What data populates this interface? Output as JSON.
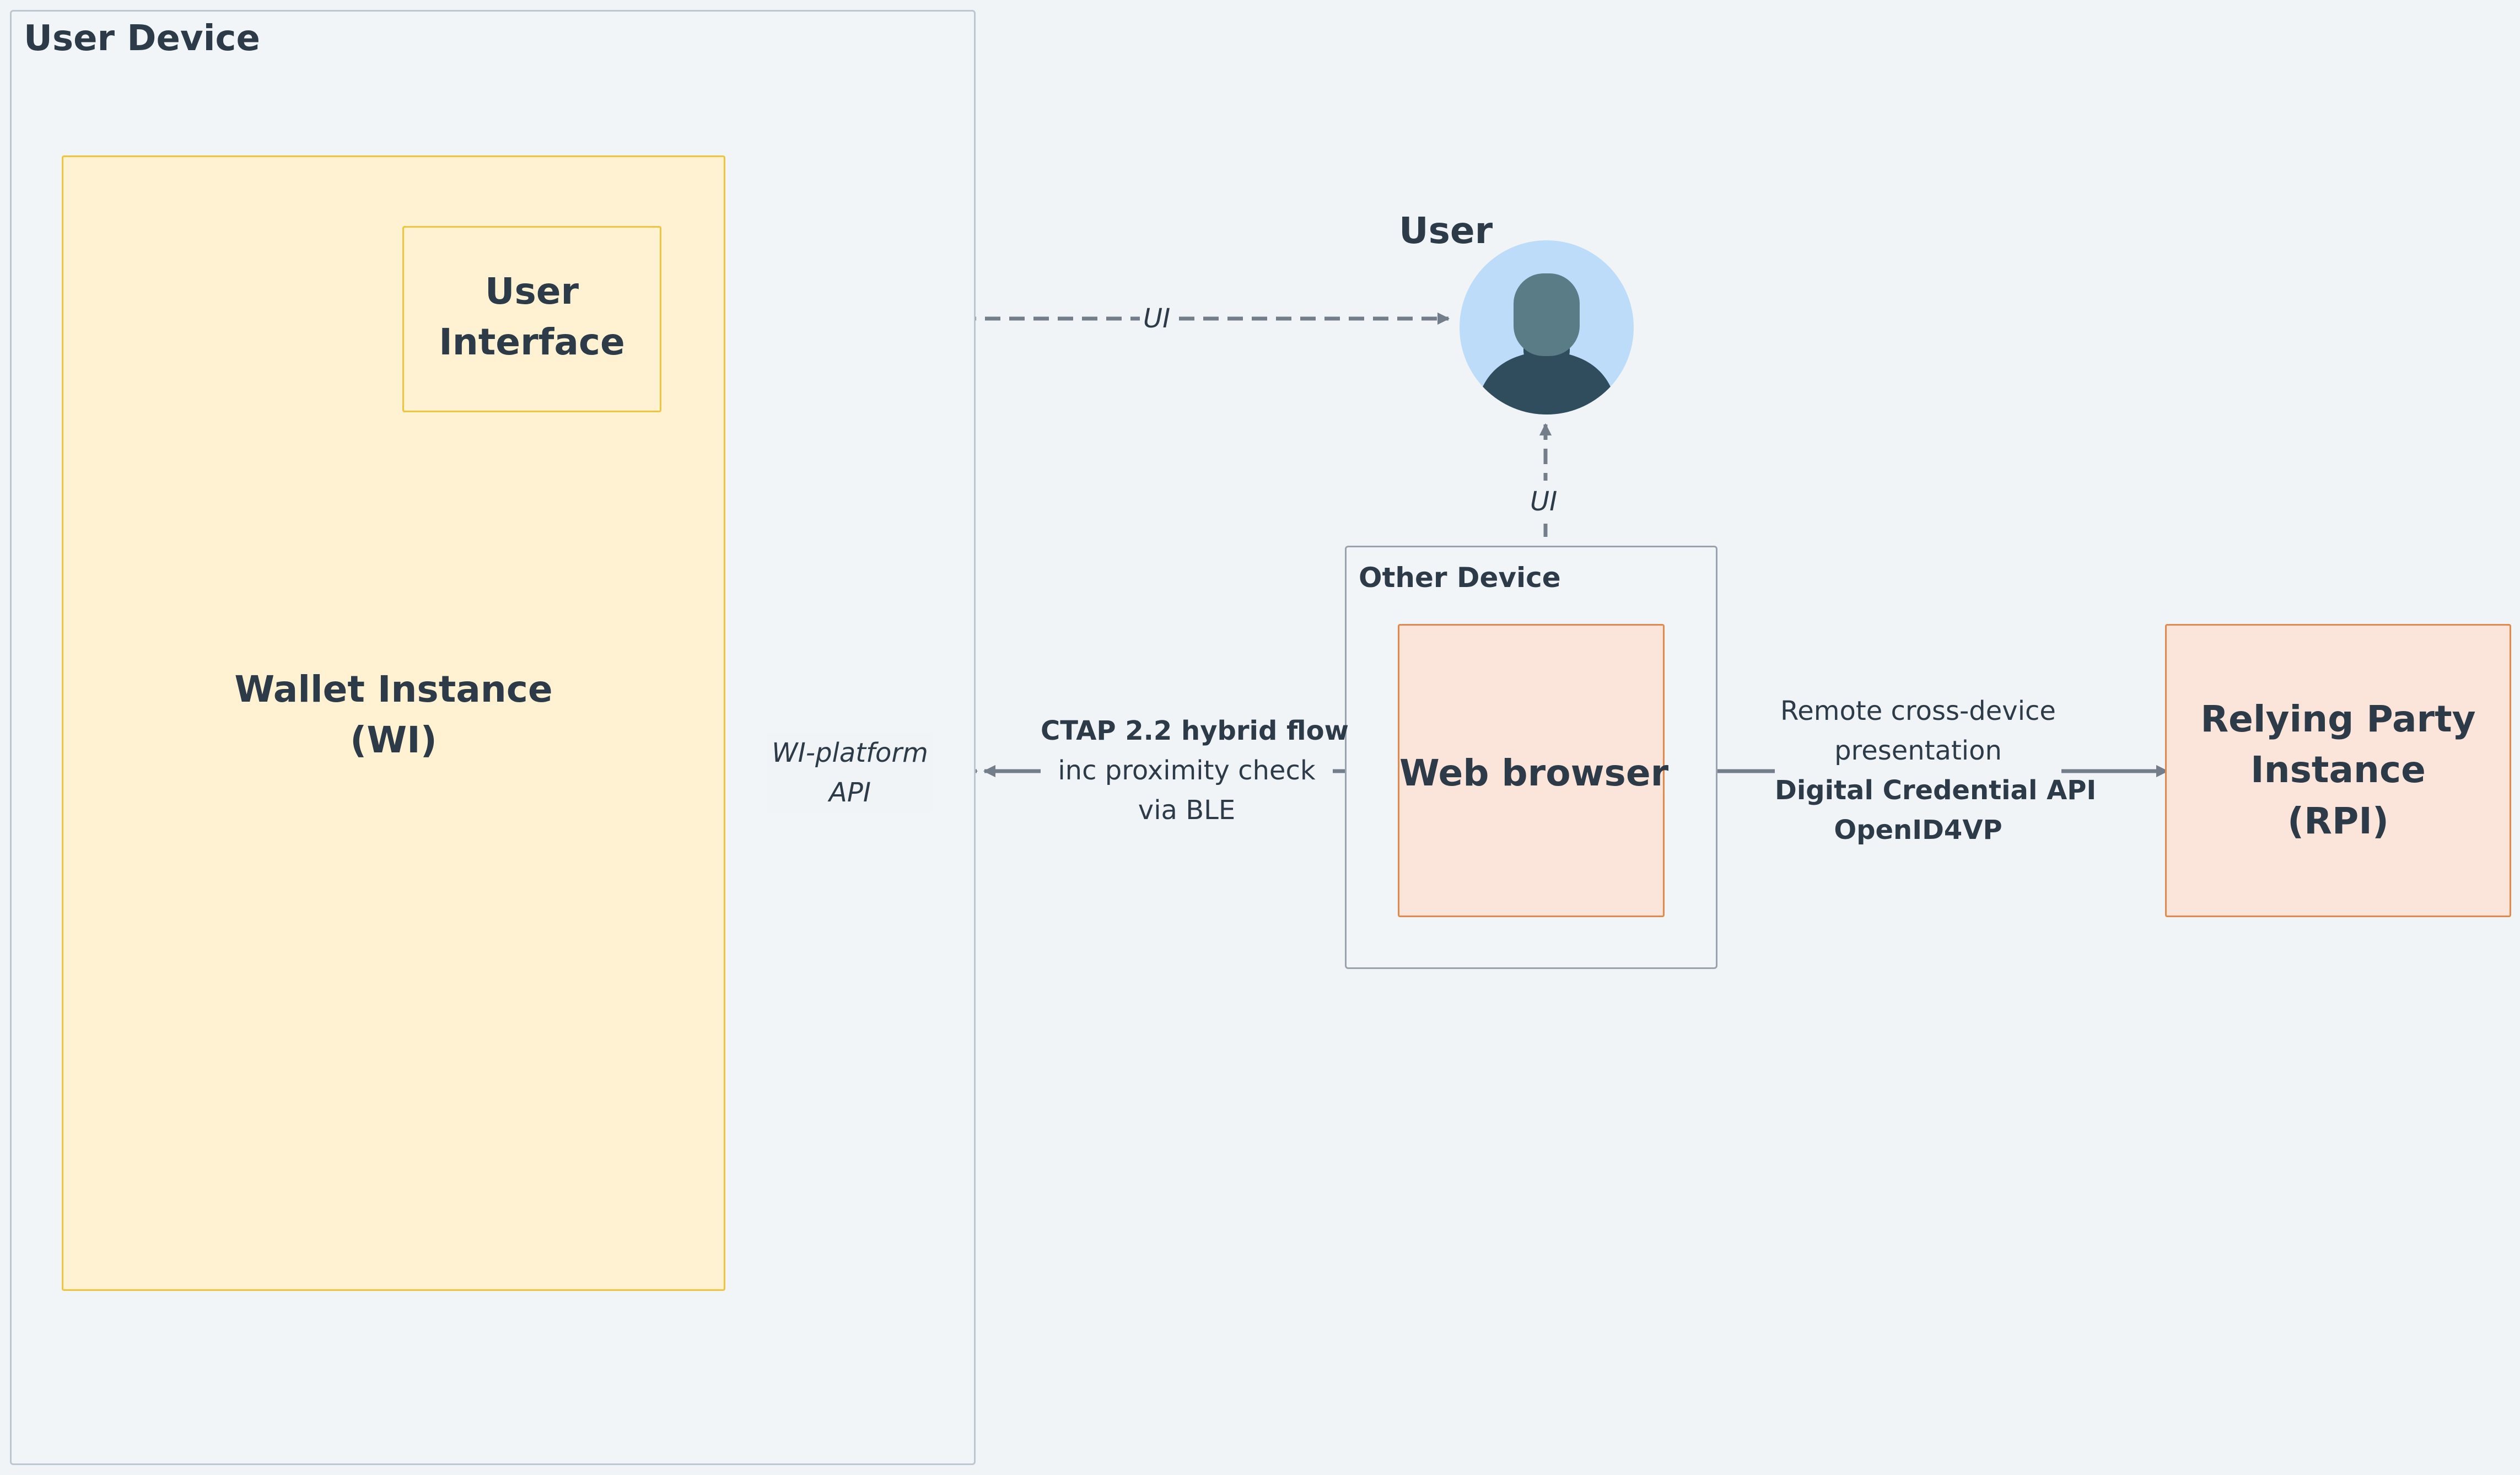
{
  "colors": {
    "background": "#f1f4f7",
    "container_border": "#bcc7d2",
    "wallet_fill": "#fff2d3",
    "wallet_border": "#f0c43d",
    "browser_fill": "#fbe5da",
    "browser_border": "#e3894c",
    "edge": "#737e8a",
    "avatar_bg": "#bcdcfa",
    "avatar_head": "#5a7c86",
    "avatar_body": "#2f4d5d",
    "text": "#2d3b48"
  },
  "containers": {
    "user_device": {
      "title": "User Device"
    },
    "other_device": {
      "title": "Other Device"
    }
  },
  "nodes": {
    "wallet_instance": {
      "line1": "Wallet Instance",
      "line2": "(WI)"
    },
    "user_interface": {
      "line1": "User",
      "line2": "Interface"
    },
    "user": {
      "label": "User",
      "icon": "user-avatar-icon"
    },
    "web_browser": {
      "label": "Web browser"
    },
    "relying_party": {
      "line1": "Relying Party",
      "line2": "Instance",
      "line3": "(RPI)"
    }
  },
  "edges": {
    "ui_to_user": {
      "label": "UI",
      "style": "dashed"
    },
    "user_to_browser": {
      "label": "UI",
      "style": "dashed"
    },
    "wi_platform_api": {
      "line1": "WI-platform",
      "line2": "API",
      "style": "dashed"
    },
    "ctap": {
      "line1": "CTAP 2.2 hybrid flow",
      "line2": "inc proximity check",
      "line3": "via BLE",
      "style": "solid"
    },
    "remote": {
      "line1": "Remote cross-device",
      "line2": "presentation",
      "line3": "Digital Credential API",
      "line4": "OpenID4VP",
      "style": "solid"
    }
  }
}
